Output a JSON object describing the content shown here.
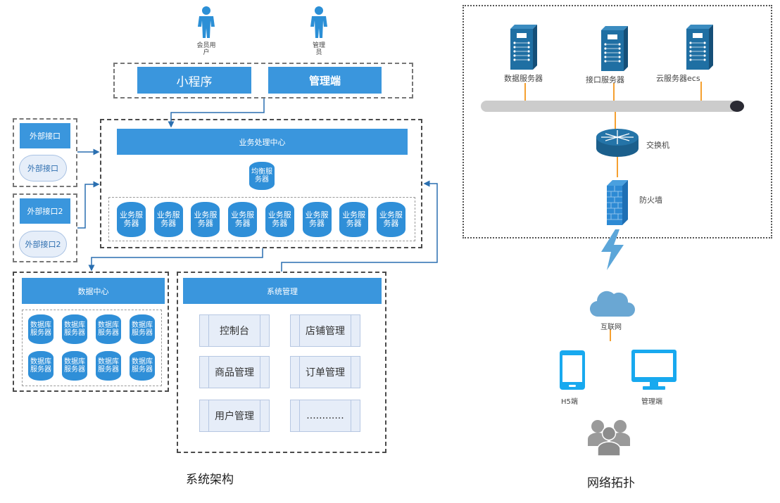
{
  "architecture": {
    "caption": "系统架构",
    "actors": [
      {
        "label_line1": "会员用",
        "label_line2": "户",
        "icon": "person-icon"
      },
      {
        "label_line1": "管理",
        "label_line2": "员",
        "icon": "person-icon"
      }
    ],
    "clients": [
      "小程序",
      "管理端"
    ],
    "external_interfaces": [
      {
        "bar": "外部接口",
        "cylinder": "外部接口"
      },
      {
        "bar": "外部接口2",
        "cylinder": "外部接口2"
      }
    ],
    "business_center": {
      "title": "业务处理中心",
      "balancer": "均衡服务器",
      "servers": [
        "业务服务器",
        "业务服务器",
        "业务服务器",
        "业务服务器",
        "业务服务器",
        "业务服务器",
        "业务服务器",
        "业务服务器"
      ]
    },
    "data_center": {
      "title": "数据中心",
      "servers": [
        "数据库服务器",
        "数据库服务器",
        "数据库服务器",
        "数据库服务器",
        "数据库服务器",
        "数据库服务器",
        "数据库服务器",
        "数据库服务器"
      ]
    },
    "system_management": {
      "title": "系统管理",
      "modules": [
        "控制台",
        "店铺管理",
        "商品管理",
        "订单管理",
        "用户管理",
        "............"
      ]
    }
  },
  "topology": {
    "caption": "网络拓扑",
    "servers": [
      {
        "label": "数据服务器",
        "icon": "server-tower-icon"
      },
      {
        "label": "接口服务器",
        "icon": "server-tower-icon"
      },
      {
        "label": "云服务器ecs",
        "icon": "server-tower-icon"
      }
    ],
    "switch": {
      "label": "交换机",
      "icon": "router-switch-icon"
    },
    "firewall": {
      "label": "防火墙",
      "icon": "firewall-icon"
    },
    "internet": {
      "label": "互联网",
      "icon": "cloud-icon"
    },
    "endpoints": [
      {
        "label": "H5端",
        "icon": "smartphone-icon"
      },
      {
        "label": "管理端",
        "icon": "monitor-icon"
      }
    ],
    "colors": {
      "server_blue": "#1f6fa3",
      "link_orange": "#f5a030",
      "bus_gray": "#cfcfcf",
      "light_blue": "#6aaed8",
      "device_cyan": "#17a9ee",
      "users_gray": "#9a9a9a"
    }
  }
}
